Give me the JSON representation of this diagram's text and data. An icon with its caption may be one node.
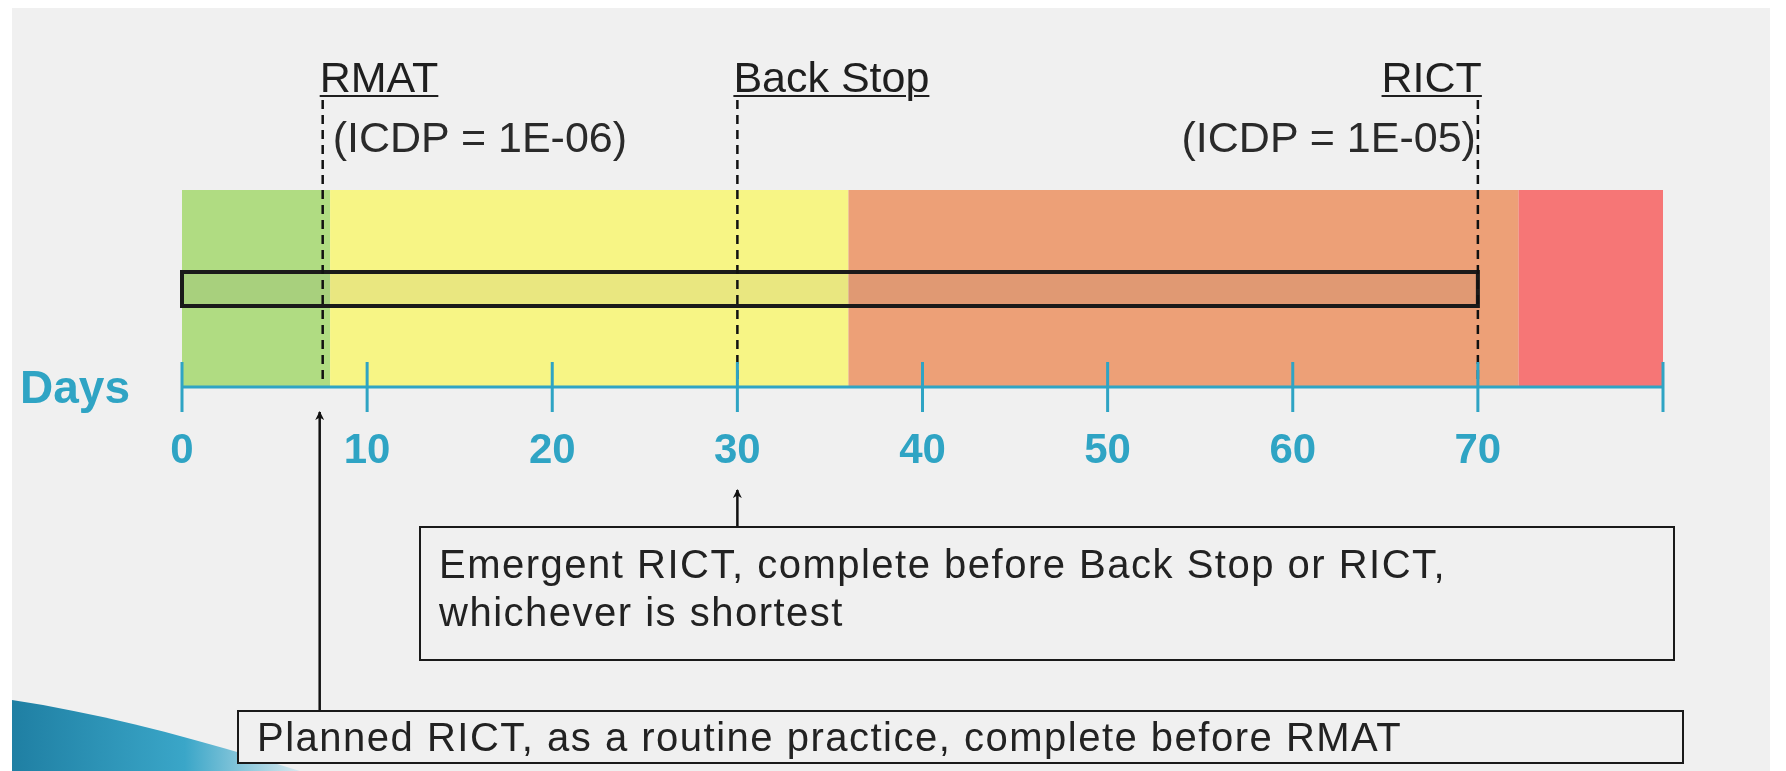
{
  "diagram": {
    "nodes": [
      {
        "text": [
          "Emergent RICT, complete before Back Stop or RICT, whichever is shortest"
        ]
      },
      {
        "text": [
          "Planned RICT, as a routine practice, complete before RMAT"
        ]
      },
      {
        "text": [],
        "shape": "bar"
      },
      {
        "text": [
          "30"
        ]
      }
    ],
    "edges": [
      {
        "from": 0,
        "to": 3,
        "arrow": "to"
      },
      {
        "from": 1,
        "to": 2,
        "arrow": "to"
      }
    ],
    "labels": [
      "RMAT",
      "Back Stop",
      "RICT",
      "(ICDP = 1E-06)",
      "(ICDP = 1E-05)",
      "Days",
      "0",
      "10",
      "20",
      "40",
      "50",
      "60",
      "70"
    ]
  }
}
